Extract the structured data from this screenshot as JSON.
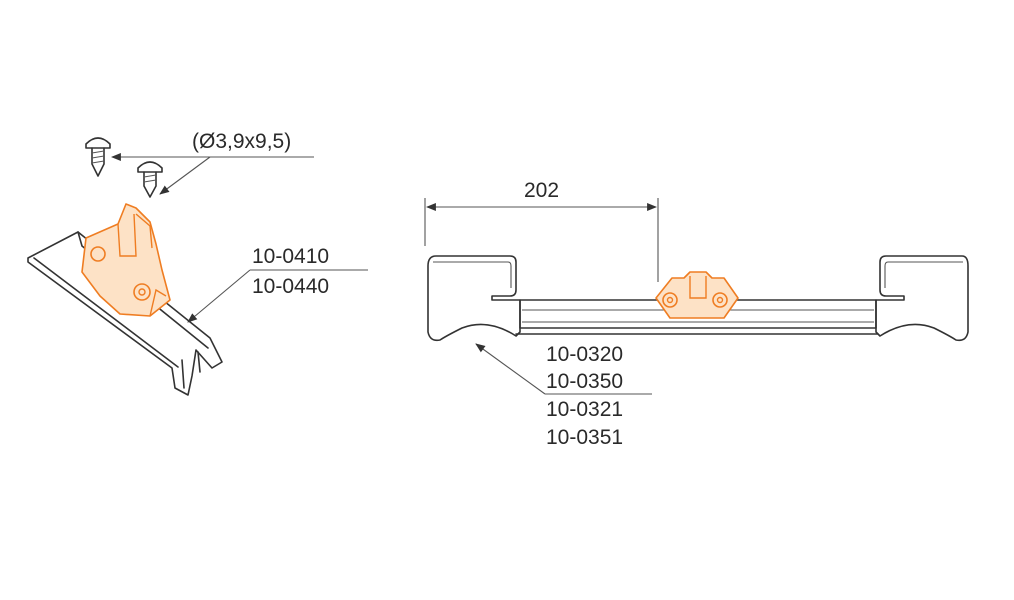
{
  "labels": {
    "screw_spec": "(Ø3,9x9,5)",
    "left_part_a": "10-0410",
    "left_part_b": "10-0440",
    "dimension": "202",
    "right_part_a": "10-0320",
    "right_part_b": "10-0350",
    "right_part_c": "10-0321",
    "right_part_d": "10-0351"
  },
  "colors": {
    "line": "#333333",
    "highlight": "#ef7d22",
    "highlight_fill": "#fde2c6"
  }
}
